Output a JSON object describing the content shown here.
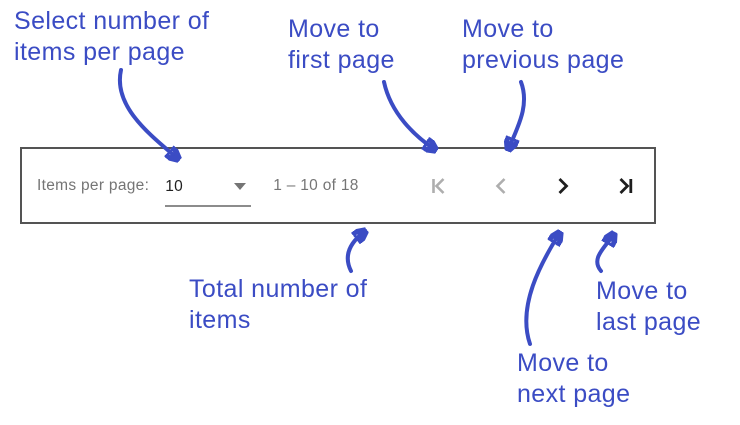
{
  "colors": {
    "annotation_blue": "#3B4CC4",
    "paginator_border": "#545454",
    "muted_text": "#757575",
    "primary_text": "#212121",
    "disabled_icon": "#AEAEAE",
    "enabled_icon": "#1E1E1E",
    "select_underline": "#8C8C8C"
  },
  "annotations": [
    {
      "id": "items-per-page",
      "text": "Select number of\nitems per page"
    },
    {
      "id": "first-page",
      "text": "Move to\nfirst page"
    },
    {
      "id": "previous-page",
      "text": "Move to\nprevious page"
    },
    {
      "id": "total-items",
      "text": "Total number of\nitems"
    },
    {
      "id": "next-page",
      "text": "Move to\nnext page"
    },
    {
      "id": "last-page",
      "text": "Move to\nlast page"
    }
  ],
  "paginator": {
    "items_per_page_label": "Items per page:",
    "page_size_value": "10",
    "range_label": "1 – 10 of 18",
    "nav_buttons": [
      {
        "name": "first-page-button",
        "icon": "first-page-icon",
        "enabled": false
      },
      {
        "name": "previous-page-button",
        "icon": "chevron-left-icon",
        "enabled": false
      },
      {
        "name": "next-page-button",
        "icon": "chevron-right-icon",
        "enabled": true
      },
      {
        "name": "last-page-button",
        "icon": "last-page-icon",
        "enabled": true
      }
    ]
  }
}
